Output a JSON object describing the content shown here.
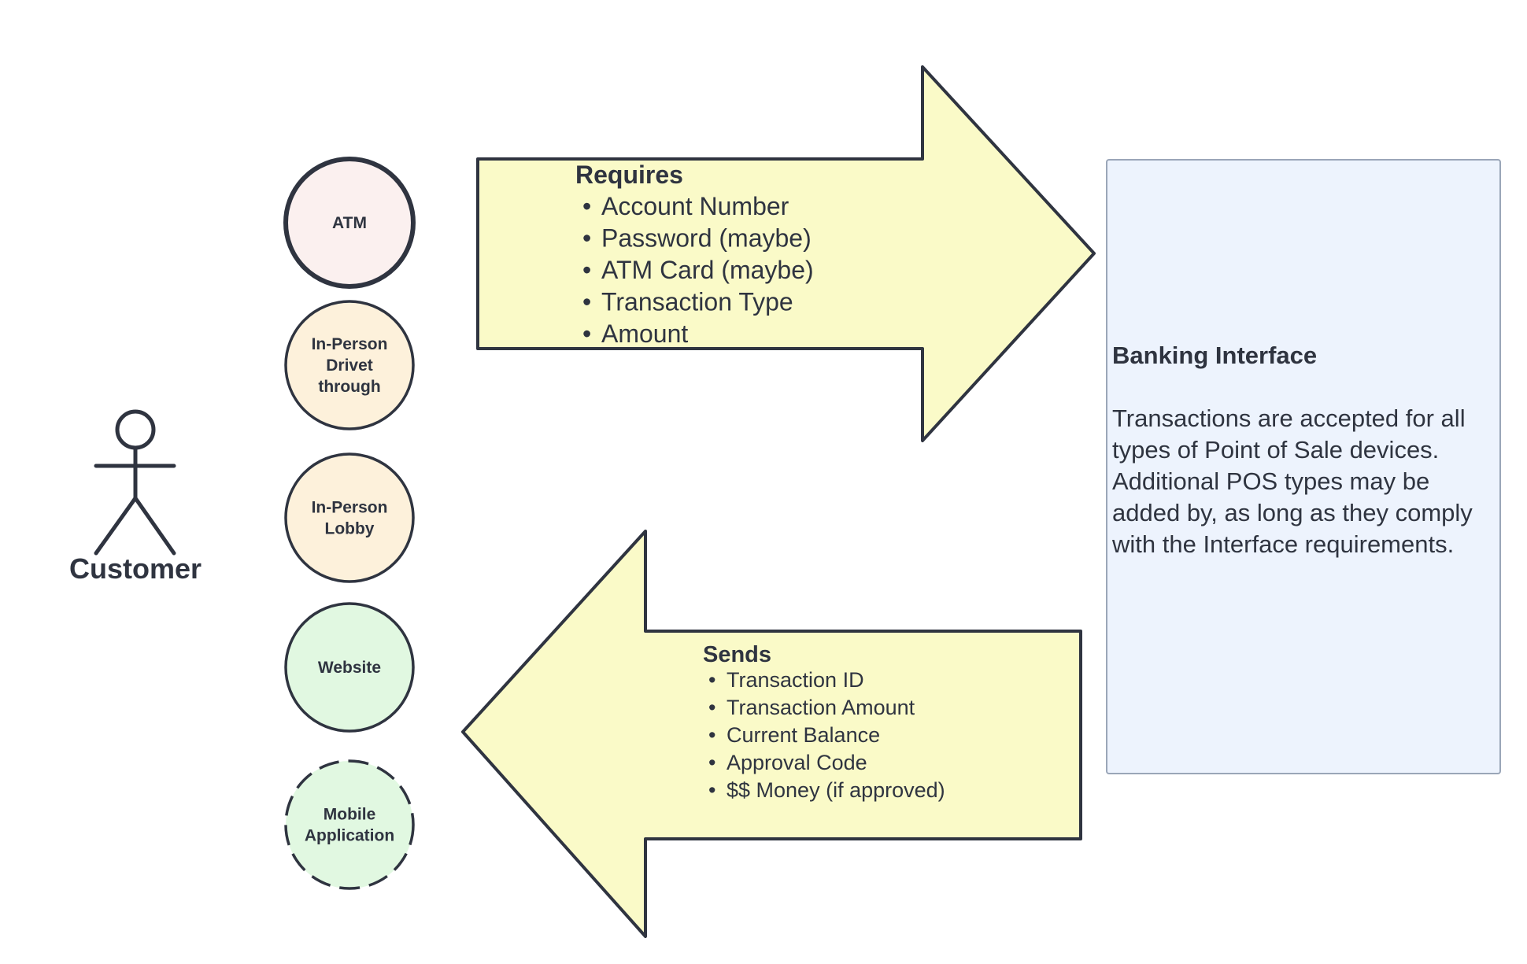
{
  "actor": {
    "label": "Customer",
    "icon": "stick-figure-icon"
  },
  "channels": [
    {
      "lines": [
        "ATM"
      ],
      "fill": "#fbf0ef",
      "style": "solid-thick"
    },
    {
      "lines": [
        "In-Person",
        "Drivet",
        "through"
      ],
      "fill": "#fdf1db",
      "style": "solid"
    },
    {
      "lines": [
        "In-Person",
        "Lobby"
      ],
      "fill": "#fdf1db",
      "style": "solid"
    },
    {
      "lines": [
        "Website"
      ],
      "fill": "#e1f8e1",
      "style": "solid"
    },
    {
      "lines": [
        "Mobile",
        "Application"
      ],
      "fill": "#e1f8e1",
      "style": "dashed"
    }
  ],
  "requires_arrow": {
    "title": "Requires",
    "items": [
      "Account Number",
      "Password (maybe)",
      "ATM Card (maybe)",
      "Transaction Type",
      "Amount"
    ]
  },
  "sends_arrow": {
    "title": "Sends",
    "items": [
      "Transaction ID",
      "Transaction Amount",
      "Current Balance",
      "Approval Code",
      "$$ Money (if approved)"
    ]
  },
  "banking_interface": {
    "title": "Banking Interface",
    "body": "Transactions are accepted for all types of Point of Sale devices. Additional POS types may be added by, as long as they comply with the Interface requirements."
  },
  "colors": {
    "stroke": "#2f3440",
    "arrow_fill": "#fafac8",
    "panel_fill": "#edf3fd",
    "panel_border": "#9aa6b8"
  }
}
